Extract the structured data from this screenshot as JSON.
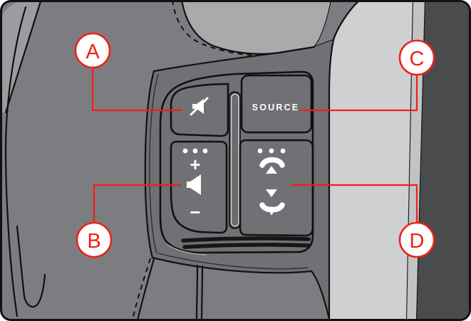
{
  "figure": {
    "type": "diagram",
    "subject": "steering-wheel-audio-controls",
    "accent_color": "#ed2217"
  },
  "callouts": [
    {
      "letter": "A",
      "points_to": "mute-button"
    },
    {
      "letter": "B",
      "points_to": "volume-rocker"
    },
    {
      "letter": "C",
      "points_to": "source-button"
    },
    {
      "letter": "D",
      "points_to": "phone-answer-end-rocker"
    }
  ],
  "controls": {
    "mute": {
      "icon": "mute-speaker-icon"
    },
    "source": {
      "label": "SOURCE"
    },
    "volume": {
      "plus_label": "+",
      "minus_label": "−",
      "icon": "speaker-icon",
      "dot_count": 3
    },
    "phone": {
      "answer_icon": "answer-call-icon",
      "end_icon": "end-call-icon",
      "dot_count": 3
    }
  },
  "palette": {
    "body_gray": "#7c7d80",
    "hub_gray": "#a9aaac",
    "spoke_gray": "#707174",
    "panel_gray": "#67686b",
    "button_gray": "#565759",
    "band_light": "#cfd0d2",
    "band_strip": "#c2c3c5",
    "rim_dark": "#4a4b4d",
    "sliver_gray": "#9b9c9f",
    "icon_white": "#ffffff"
  }
}
